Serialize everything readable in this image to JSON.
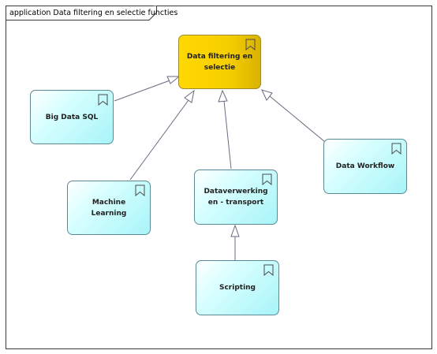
{
  "diagram": {
    "frame_title": "application Data filtering en selectie functies",
    "nodes": {
      "main": {
        "label": "Data filtering en selectie",
        "icon": "application-function-icon"
      },
      "big_data_sql": {
        "label": "Big Data SQL",
        "icon": "application-function-icon"
      },
      "machine_learning": {
        "label": "Machine Learning",
        "icon": "application-function-icon"
      },
      "dataverwerking": {
        "label": "Dataverwerking en - transport",
        "icon": "application-function-icon"
      },
      "data_workflow": {
        "label": "Data Workflow",
        "icon": "application-function-icon"
      },
      "scripting": {
        "label": "Scripting",
        "icon": "application-function-icon"
      }
    },
    "relations": [
      {
        "from": "Big Data SQL",
        "to": "Data filtering en selectie",
        "type": "specialization"
      },
      {
        "from": "Machine Learning",
        "to": "Data filtering en selectie",
        "type": "specialization"
      },
      {
        "from": "Dataverwerking en - transport",
        "to": "Data filtering en selectie",
        "type": "specialization"
      },
      {
        "from": "Data Workflow",
        "to": "Data filtering en selectie",
        "type": "specialization"
      },
      {
        "from": "Scripting",
        "to": "Dataverwerking en - transport",
        "type": "specialization"
      }
    ],
    "colors": {
      "main_fill": "#ffd800",
      "app_fill": "#a8f4f8",
      "edge": "#6a6a80"
    }
  }
}
